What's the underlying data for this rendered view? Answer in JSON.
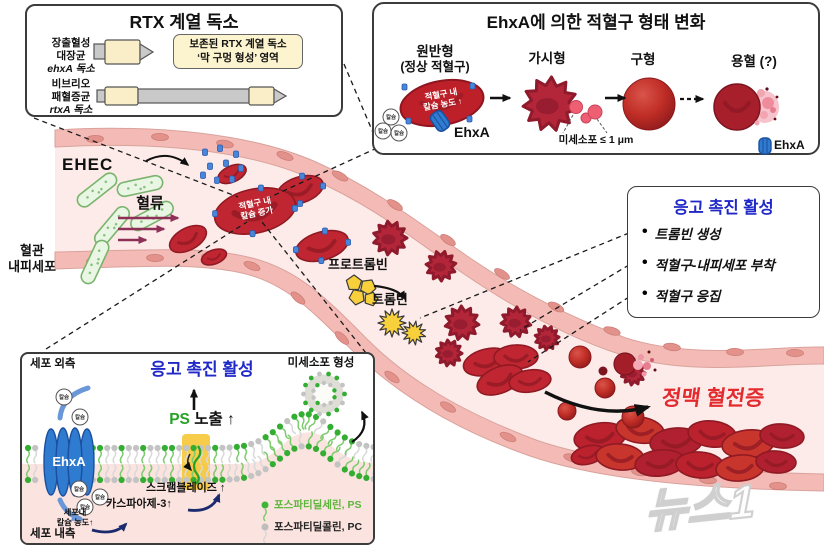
{
  "rtx_box": {
    "title": "RTX 계열 독소",
    "toxin1": [
      "장출혈성",
      "대장균",
      "ehxA 독소"
    ],
    "toxin2": [
      "비브리오",
      "패혈증균",
      "rtxA 독소"
    ],
    "note": [
      "보존된 RTX 계열 독소",
      "‘막 구멍 형성’ 영역"
    ]
  },
  "ehxa_box": {
    "title": "EhxA에 의한 적혈구 형태 변화",
    "stage1": "원반형",
    "stage1_sub": "(정상 적혈구)",
    "stage2": "가시형",
    "stage3": "구형",
    "stage4": "용혈 (?)",
    "cell_label": [
      "적혈구 내",
      "칼슘 농도 ↑"
    ],
    "ehxa": "EhxA",
    "microvesicle": "미세소포 ≤ 1 μm",
    "legend": "EhxA"
  },
  "calcium": "칼슘",
  "scene": {
    "ehec": "EHEC",
    "blood_flow": "혈류",
    "vessel_wall": [
      "혈관",
      "내피세포"
    ],
    "cell_calcium": [
      "적혈구 내",
      "칼슘 증가"
    ],
    "prothrombin": "프로트롬빈",
    "thrombin": "트롬빈",
    "venous_thrombosis": "정맥 혈전증",
    "watermark": "뉴스1"
  },
  "coagulation_box": {
    "title": "응고 촉진 활성",
    "bullets": [
      "트롬빈 생성",
      "적혈구-내피세포 부착",
      "적혈구 응집"
    ]
  },
  "membrane_box": {
    "outside": "세포 외측",
    "inside": "세포 내측",
    "title": "응고 촉진 활성",
    "ps": "PS",
    "ps_rest": " 노출 ↑",
    "microvesicle": "미세소포 형성",
    "scramblase": "스크램블레이즈 ↑",
    "caspase": "카스파아제-3↑",
    "calcium_conc": [
      "세포내",
      "칼슘 농도↑"
    ],
    "ehxa": "EhxA",
    "legend_ps": "포스파티딜세린, PS",
    "legend_pc": "포스파티딜콜린, PC"
  },
  "colors": {
    "accent_blue_title": "#2028c8",
    "venous_red": "#e32a2e",
    "ps_green": "#27a127",
    "rbc_red": "#c02631",
    "toxin_blue": "#2f7bd0",
    "vessel_wall_pink": "#f4bbb6",
    "lumen_pink": "#fcebe9"
  }
}
